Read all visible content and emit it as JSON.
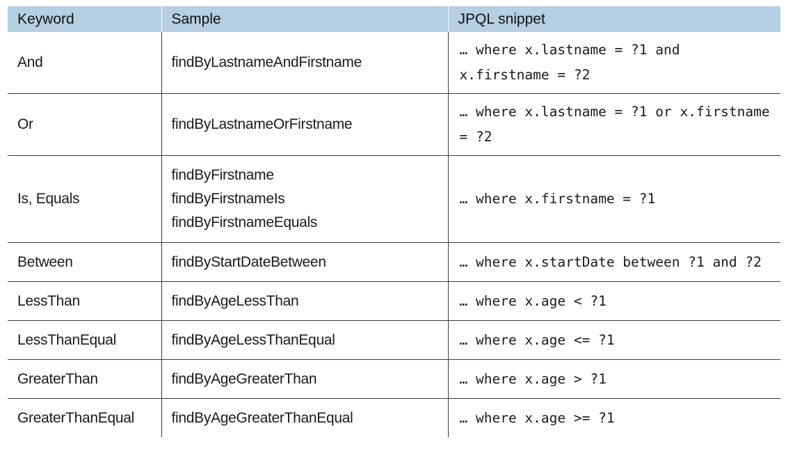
{
  "table": {
    "headers": [
      "Keyword",
      "Sample",
      "JPQL snippet"
    ],
    "rows": [
      {
        "keyword": "And",
        "samples": [
          "findByLastnameAndFirstname"
        ],
        "jpql": "… where x.lastname = ?1 and x.firstname = ?2"
      },
      {
        "keyword": "Or",
        "samples": [
          "findByLastnameOrFirstname"
        ],
        "jpql": "… where x.lastname = ?1 or x.firstname = ?2"
      },
      {
        "keyword": "Is, Equals",
        "samples": [
          "findByFirstname",
          "findByFirstnameIs",
          "findByFirstnameEquals"
        ],
        "jpql": "… where x.firstname = ?1"
      },
      {
        "keyword": "Between",
        "samples": [
          "findByStartDateBetween"
        ],
        "jpql": "… where x.startDate between ?1 and ?2"
      },
      {
        "keyword": "LessThan",
        "samples": [
          "findByAgeLessThan"
        ],
        "jpql": "… where x.age < ?1"
      },
      {
        "keyword": "LessThanEqual",
        "samples": [
          "findByAgeLessThanEqual"
        ],
        "jpql": "… where x.age <= ?1"
      },
      {
        "keyword": "GreaterThan",
        "samples": [
          "findByAgeGreaterThan"
        ],
        "jpql": "… where x.age > ?1"
      },
      {
        "keyword": "GreaterThanEqual",
        "samples": [
          "findByAgeGreaterThanEqual"
        ],
        "jpql": "… where x.age >= ?1"
      }
    ]
  },
  "colors": {
    "header_background": "#b5cfe3",
    "rule": "#3a3a3a"
  }
}
